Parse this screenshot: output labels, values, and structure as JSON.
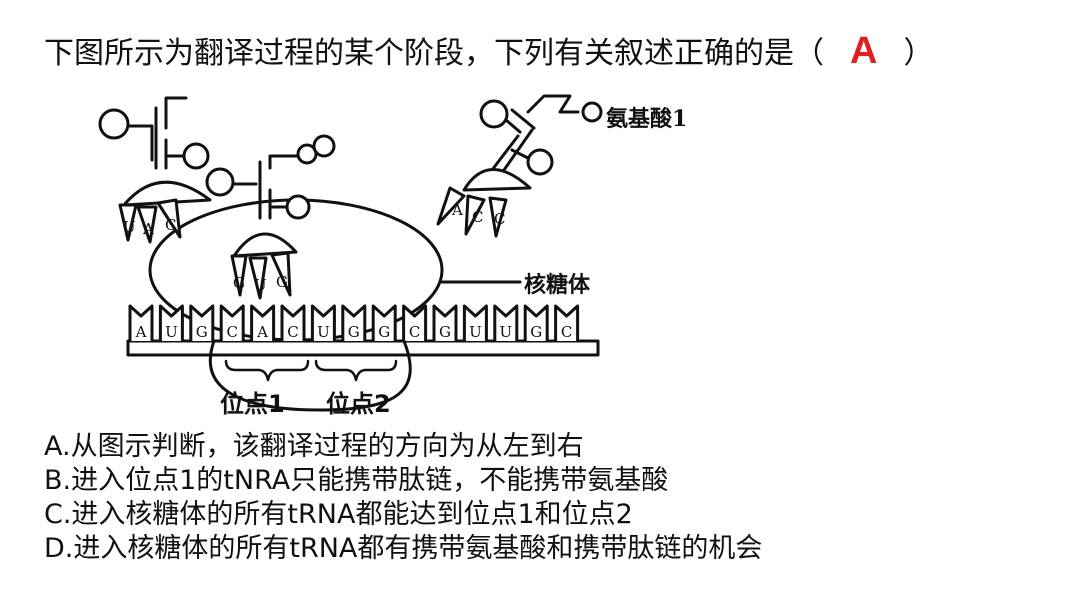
{
  "question": {
    "text": "下图所示为翻译过程的某个阶段，下列有关叙述正确的是（",
    "answer": "A",
    "close": "）"
  },
  "figure": {
    "label_amino_acid": "氨基酸1",
    "label_ribosome": "核糖体",
    "label_site1": "位点1",
    "label_site2": "位点2",
    "mrna_bases": [
      "A",
      "U",
      "G",
      "C",
      "A",
      "C",
      "U",
      "G",
      "G",
      "C",
      "G",
      "U",
      "U",
      "G",
      "C"
    ],
    "trna_left_anticodon": [
      "U",
      "A",
      "C"
    ],
    "trna_middle_anticodon": [
      "G",
      "U",
      "G"
    ],
    "trna_right_anticodon": [
      "A",
      "C",
      "C"
    ]
  },
  "options": [
    "A.从图示判断，该翻译过程的方向为从左到右",
    "B.进入位点1的tNRA只能携带肽链，不能携带氨基酸",
    "C.进入核糖体的所有tRNA都能达到位点1和位点2",
    "D.进入核糖体的所有tRNA都有携带氨基酸和携带肽链的机会"
  ],
  "colors": {
    "answer": "#e02020",
    "ink": "#111111"
  }
}
